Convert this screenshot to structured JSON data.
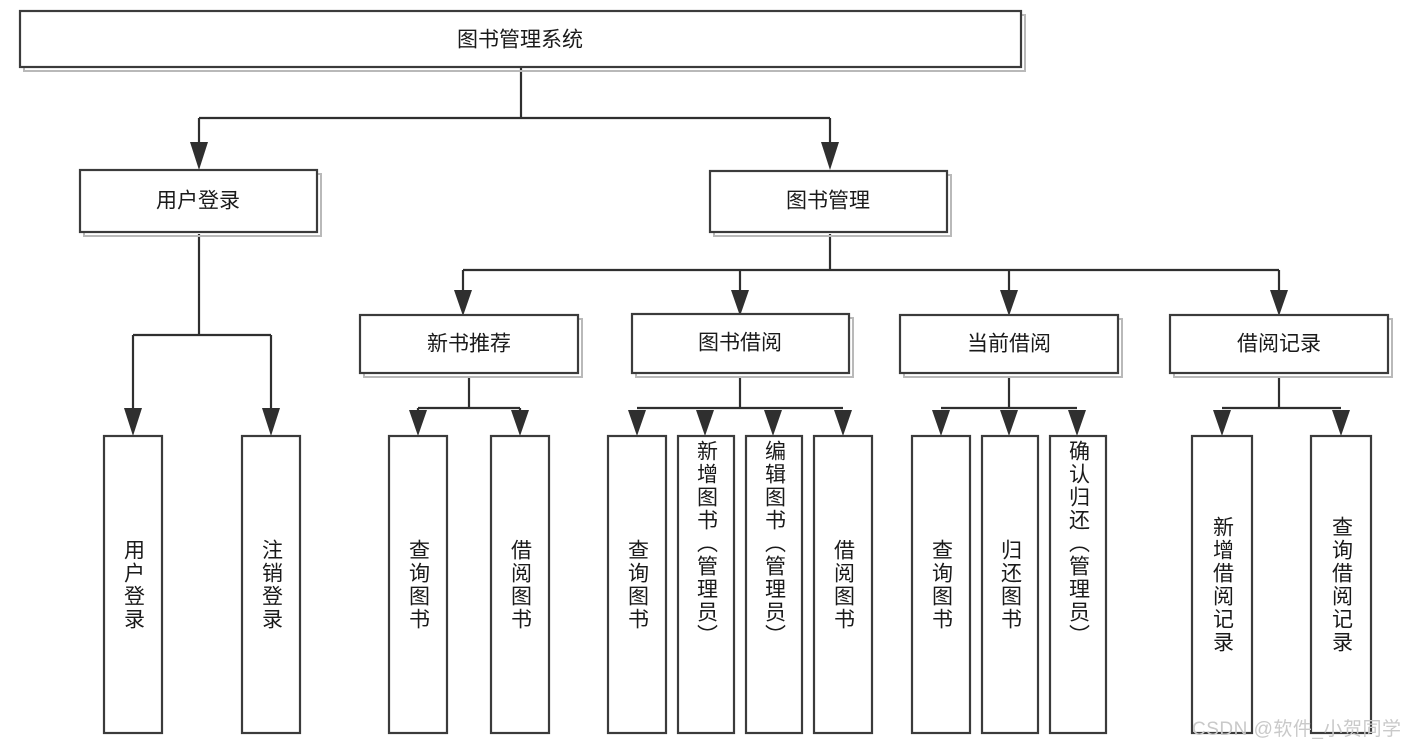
{
  "diagram": {
    "type": "tree",
    "orientation": "top-down",
    "title_node": {
      "id": "root",
      "label": "图书管理系统"
    },
    "level1": [
      {
        "id": "user-login",
        "label": "用户登录"
      },
      {
        "id": "book-manage",
        "label": "图书管理"
      }
    ],
    "level2": [
      {
        "id": "new-book-rec",
        "label": "新书推荐",
        "parent": "book-manage"
      },
      {
        "id": "book-borrow",
        "label": "图书借阅",
        "parent": "book-manage"
      },
      {
        "id": "current-borrow",
        "label": "当前借阅",
        "parent": "book-manage"
      },
      {
        "id": "borrow-record",
        "label": "借阅记录",
        "parent": "book-manage"
      }
    ],
    "leaves": [
      {
        "id": "leaf-user-login",
        "label": "用户登录",
        "parent": "user-login"
      },
      {
        "id": "leaf-logout",
        "label": "注销登录",
        "parent": "user-login"
      },
      {
        "id": "leaf-query-book-1",
        "label": "查询图书",
        "parent": "new-book-rec"
      },
      {
        "id": "leaf-borrow-book-1",
        "label": "借阅图书",
        "parent": "new-book-rec"
      },
      {
        "id": "leaf-query-book-2",
        "label": "查询图书",
        "parent": "book-borrow"
      },
      {
        "id": "leaf-add-book",
        "label": "新增图书（管理员）",
        "parent": "book-borrow"
      },
      {
        "id": "leaf-edit-book",
        "label": "编辑图书（管理员）",
        "parent": "book-borrow"
      },
      {
        "id": "leaf-borrow-book-2",
        "label": "借阅图书",
        "parent": "book-borrow"
      },
      {
        "id": "leaf-query-book-3",
        "label": "查询图书",
        "parent": "current-borrow"
      },
      {
        "id": "leaf-return-book",
        "label": "归还图书",
        "parent": "current-borrow"
      },
      {
        "id": "leaf-confirm-return",
        "label": "确认归还（管理员）",
        "parent": "current-borrow"
      },
      {
        "id": "leaf-add-record",
        "label": "新增借阅记录",
        "parent": "borrow-record"
      },
      {
        "id": "leaf-query-record",
        "label": "查询借阅记录",
        "parent": "borrow-record"
      }
    ]
  },
  "watermark": {
    "text": "CSDN @软件_小贺同学"
  },
  "colors": {
    "box_stroke": "#3b3b3b",
    "connector": "#2f2f2f",
    "text": "#1a1a1a",
    "background": "#ffffff",
    "watermark": "#c9c9c9"
  }
}
